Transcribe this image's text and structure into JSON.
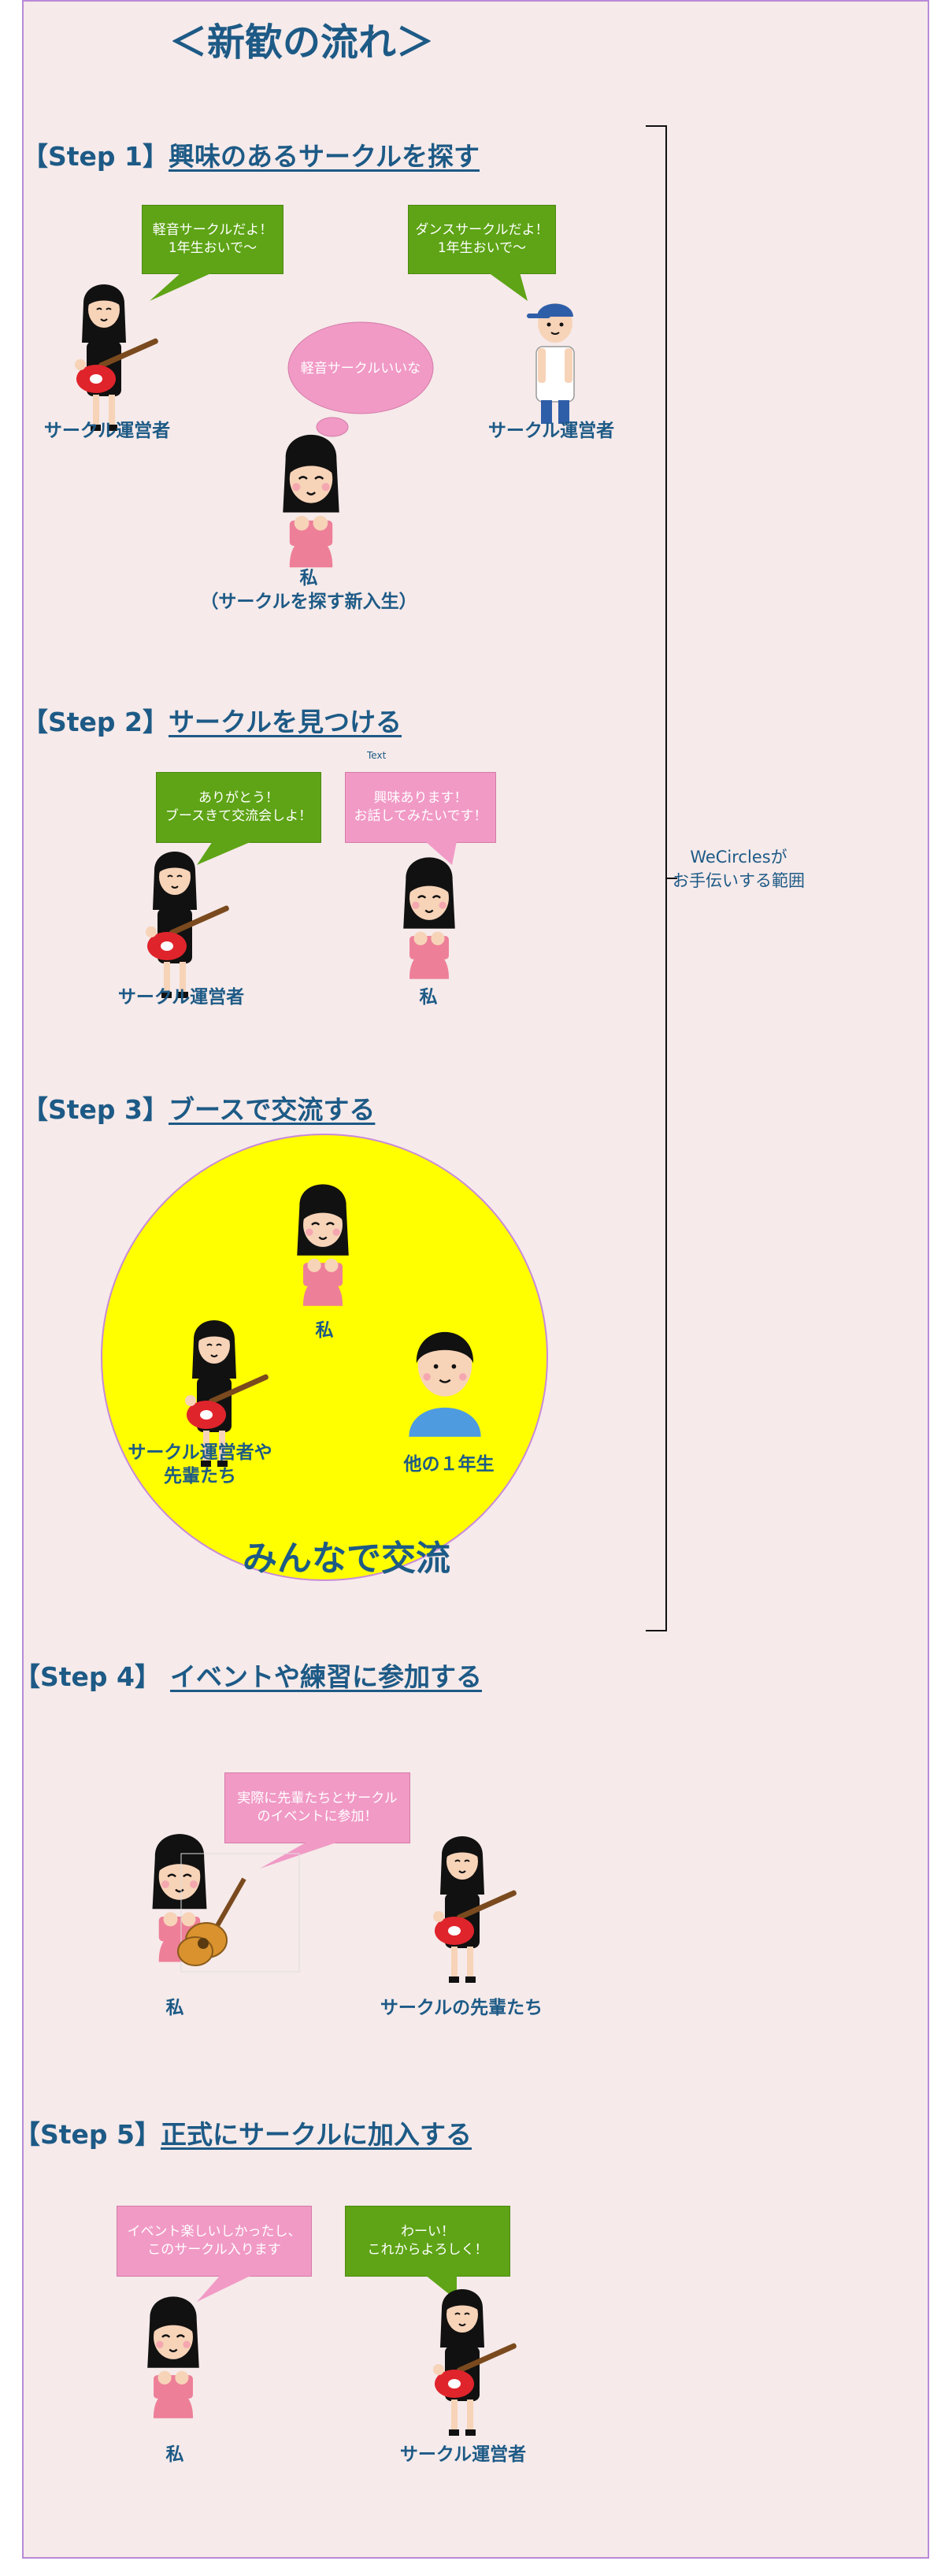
{
  "title": "＜新歓の流れ＞",
  "steps": [
    {
      "prefix": "【Step 1】",
      "text": "興味のあるサークルを探す"
    },
    {
      "prefix": "【Step 2】",
      "text": "サークルを見つける"
    },
    {
      "prefix": "【Step 3】",
      "text": "ブースで交流する"
    },
    {
      "prefix": "【Step 4】",
      "text": "イベントや練習に参加する"
    },
    {
      "prefix": "【Step 5】",
      "text": "正式にサークルに加入する"
    }
  ],
  "step1": {
    "bubble_left": "軽音サークルだよ！\n1年生おいで〜",
    "bubble_right": "ダンスサークルだよ！\n1年生おいで〜",
    "thought": "軽音サークルいいな",
    "label_left": "サークル運営者",
    "label_right": "サークル運営者",
    "label_me": "私\n（サークルを探す新入生）"
  },
  "step2": {
    "tiny_text": "Text",
    "bubble_left": "ありがとう！\nブースきて交流会しよ！",
    "bubble_right": "興味あります！\nお話してみたいです！",
    "label_left": "サークル運営者",
    "label_me": "私"
  },
  "step3": {
    "label_me": "私",
    "label_seniors": "サークル運営者や\n先輩たち",
    "label_other": "他の１年生",
    "circle_text": "みんなで交流"
  },
  "step4": {
    "bubble": "実際に先輩たちとサークル\nのイベントに参加！",
    "label_me": "私",
    "label_seniors": "サークルの先輩たち"
  },
  "step5": {
    "bubble_left": "イベント楽しいしかったし、\nこのサークル入ります",
    "bubble_right": "わーい！\nこれからよろしく！",
    "label_me": "私",
    "label_right": "サークル運営者"
  },
  "range_label": "WeCirclesが\nお手伝いする範囲",
  "colors": {
    "background": "#f6eaea",
    "frame": "#b98ad8",
    "heading": "#1d5a86",
    "green_bubble": "#5ea416",
    "pink_bubble": "#f19ac6",
    "circle_fill": "#ffff00"
  },
  "icons": [
    "guitar-girl-icon",
    "cap-boy-icon",
    "shy-girl-icon",
    "blue-boy-icon",
    "acoustic-guitar-girl-icon"
  ]
}
